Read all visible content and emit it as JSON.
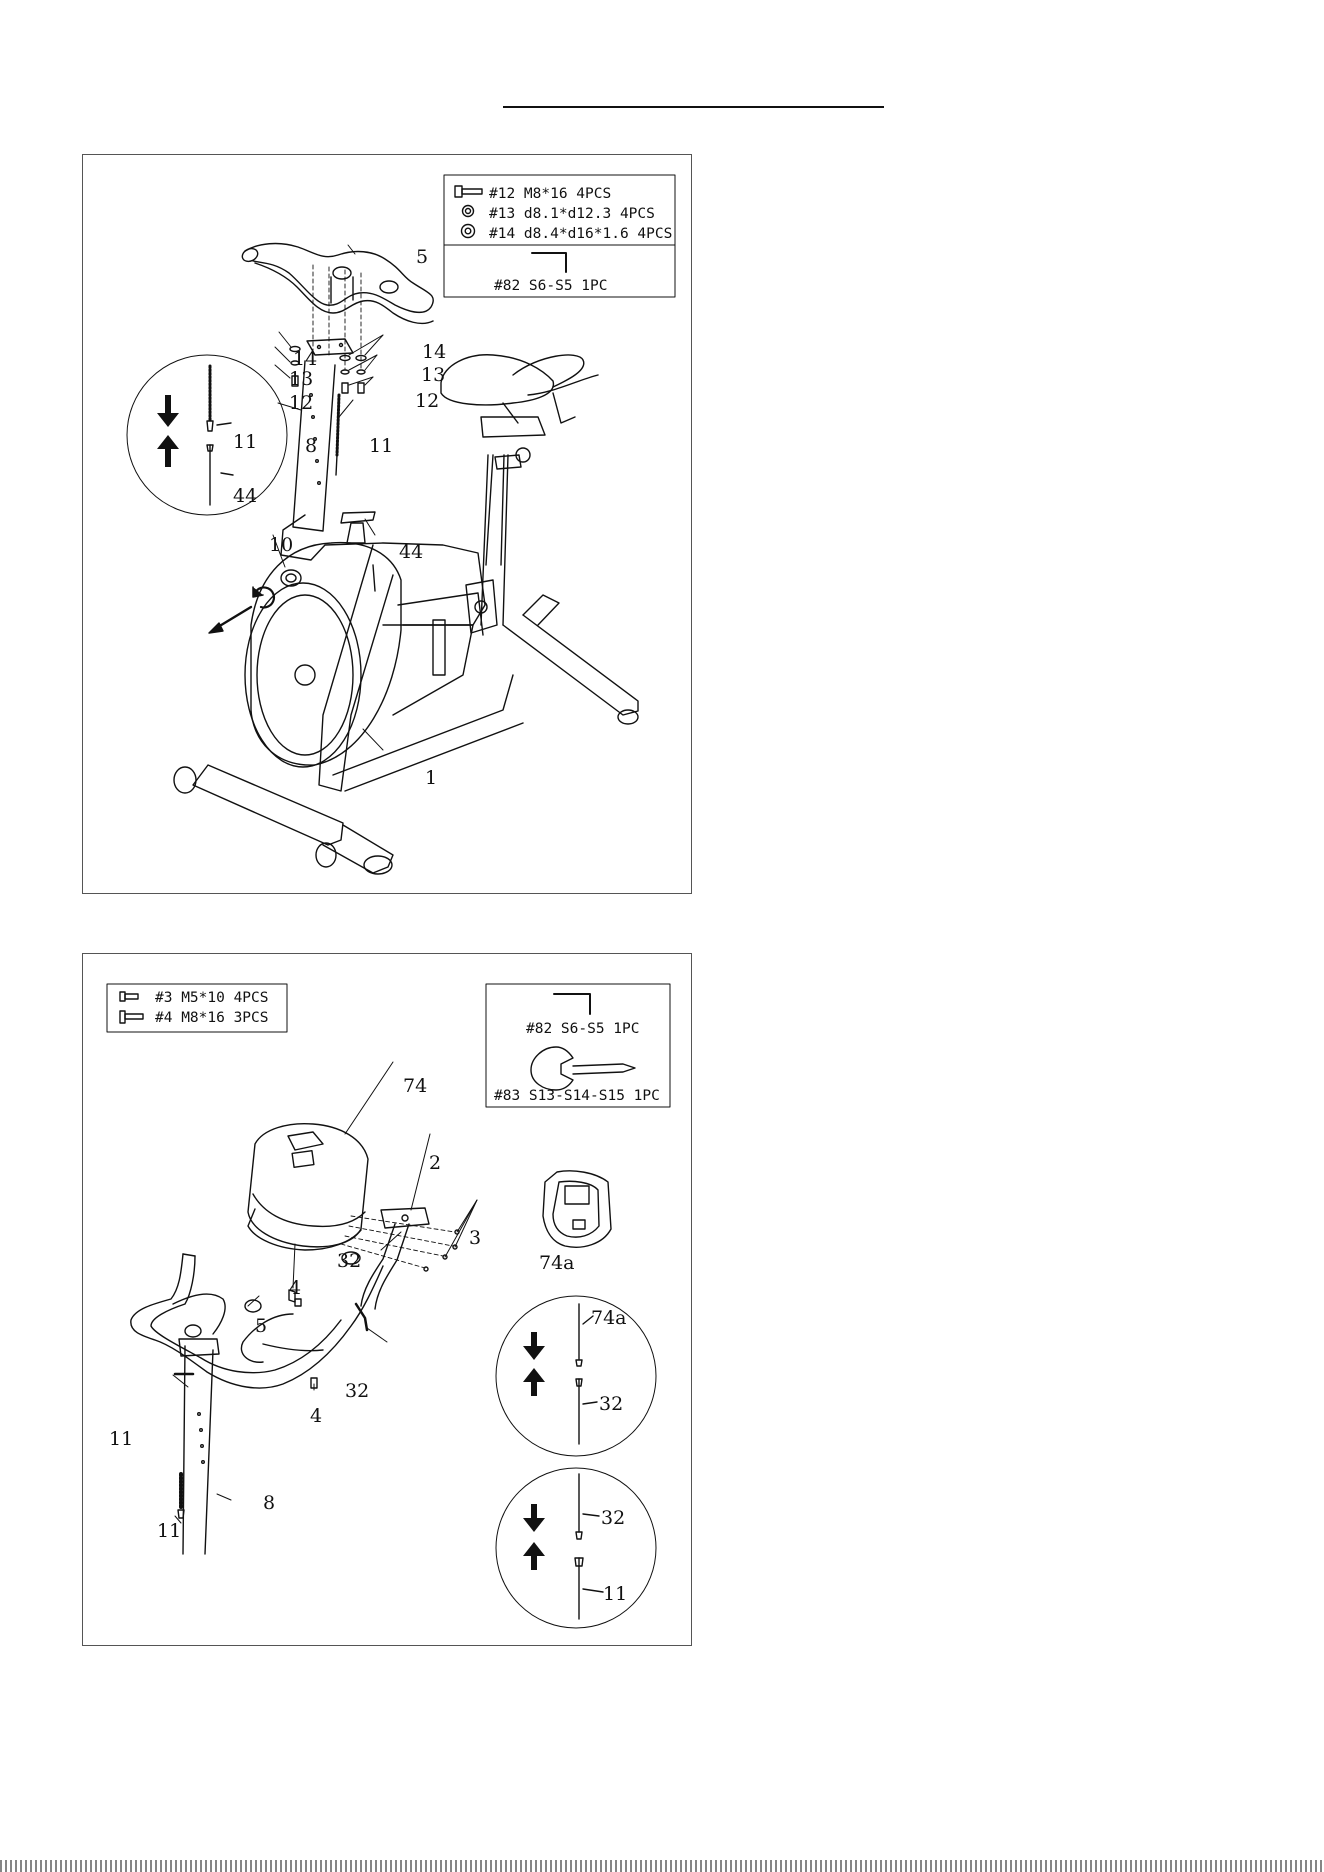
{
  "step_a": {
    "hardware_box": {
      "items": [
        {
          "icon": "bolt-icon",
          "text": "#12 M8*16 4PCS"
        },
        {
          "icon": "washer-icon",
          "text": "#13 d8.1*d12.3 4PCS"
        },
        {
          "icon": "washer-icon",
          "text": "#14 d8.4*d16*1.6 4PCS"
        }
      ],
      "tool": {
        "icon": "allen-key-icon",
        "text": "#82 S6-S5 1PC"
      }
    },
    "part_labels": {
      "p5": "5",
      "p14a": "14",
      "p13a": "13",
      "p12a": "12",
      "p14b": "14",
      "p13b": "13",
      "p12b": "12",
      "p8": "8",
      "p11": "11",
      "p10": "10",
      "p44": "44",
      "p1": "1"
    },
    "inset": {
      "top": "11",
      "bottom": "44"
    }
  },
  "step_b": {
    "hardware_box": {
      "items": [
        {
          "icon": "bolt-icon",
          "text": "#3 M5*10 4PCS"
        },
        {
          "icon": "bolt-icon",
          "text": "#4 M8*16 3PCS"
        }
      ]
    },
    "tool_box": {
      "items": [
        {
          "icon": "allen-key-icon",
          "text": "#82 S6-S5 1PC"
        },
        {
          "icon": "wrench-icon",
          "text": "#83 S13-S14-S15 1PC"
        }
      ]
    },
    "part_labels": {
      "p74": "74",
      "p2": "2",
      "p3": "3",
      "p32a": "32",
      "p74a": "74a",
      "p4a": "4",
      "p5": "5",
      "p32b": "32",
      "p4b": "4",
      "p11a": "11",
      "p8": "8",
      "p11b": "11"
    },
    "inset1": {
      "top": "74a",
      "bottom": "32"
    },
    "inset2": {
      "top": "32",
      "bottom": "11"
    }
  }
}
